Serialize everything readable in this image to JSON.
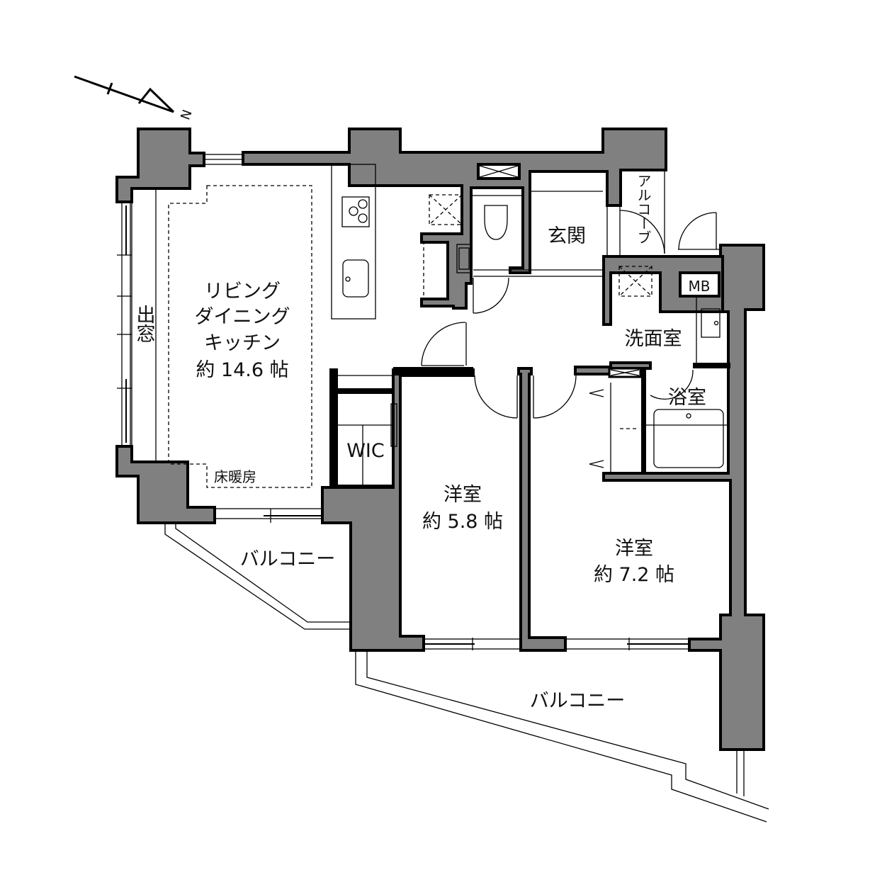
{
  "compass": {
    "label": "N"
  },
  "rooms": {
    "ldk": {
      "line1": "リビング",
      "line2": "ダイニング",
      "line3": "キッチン",
      "area": "約 14.6 帖"
    },
    "bay_window": "出窓",
    "floor_heating": "床暖房",
    "wic": "WIC",
    "bedroom1": {
      "name": "洋室",
      "area": "約 5.8 帖"
    },
    "bedroom2": {
      "name": "洋室",
      "area": "約 7.2 帖"
    },
    "entrance": "玄関",
    "alcove": "アルコーブ",
    "mb": "MB",
    "washroom": "洗面室",
    "bathroom": "浴室",
    "balcony1": "バルコニー",
    "balcony2": "バルコニー"
  },
  "colors": {
    "wall": "#808080",
    "line": "#000000"
  }
}
